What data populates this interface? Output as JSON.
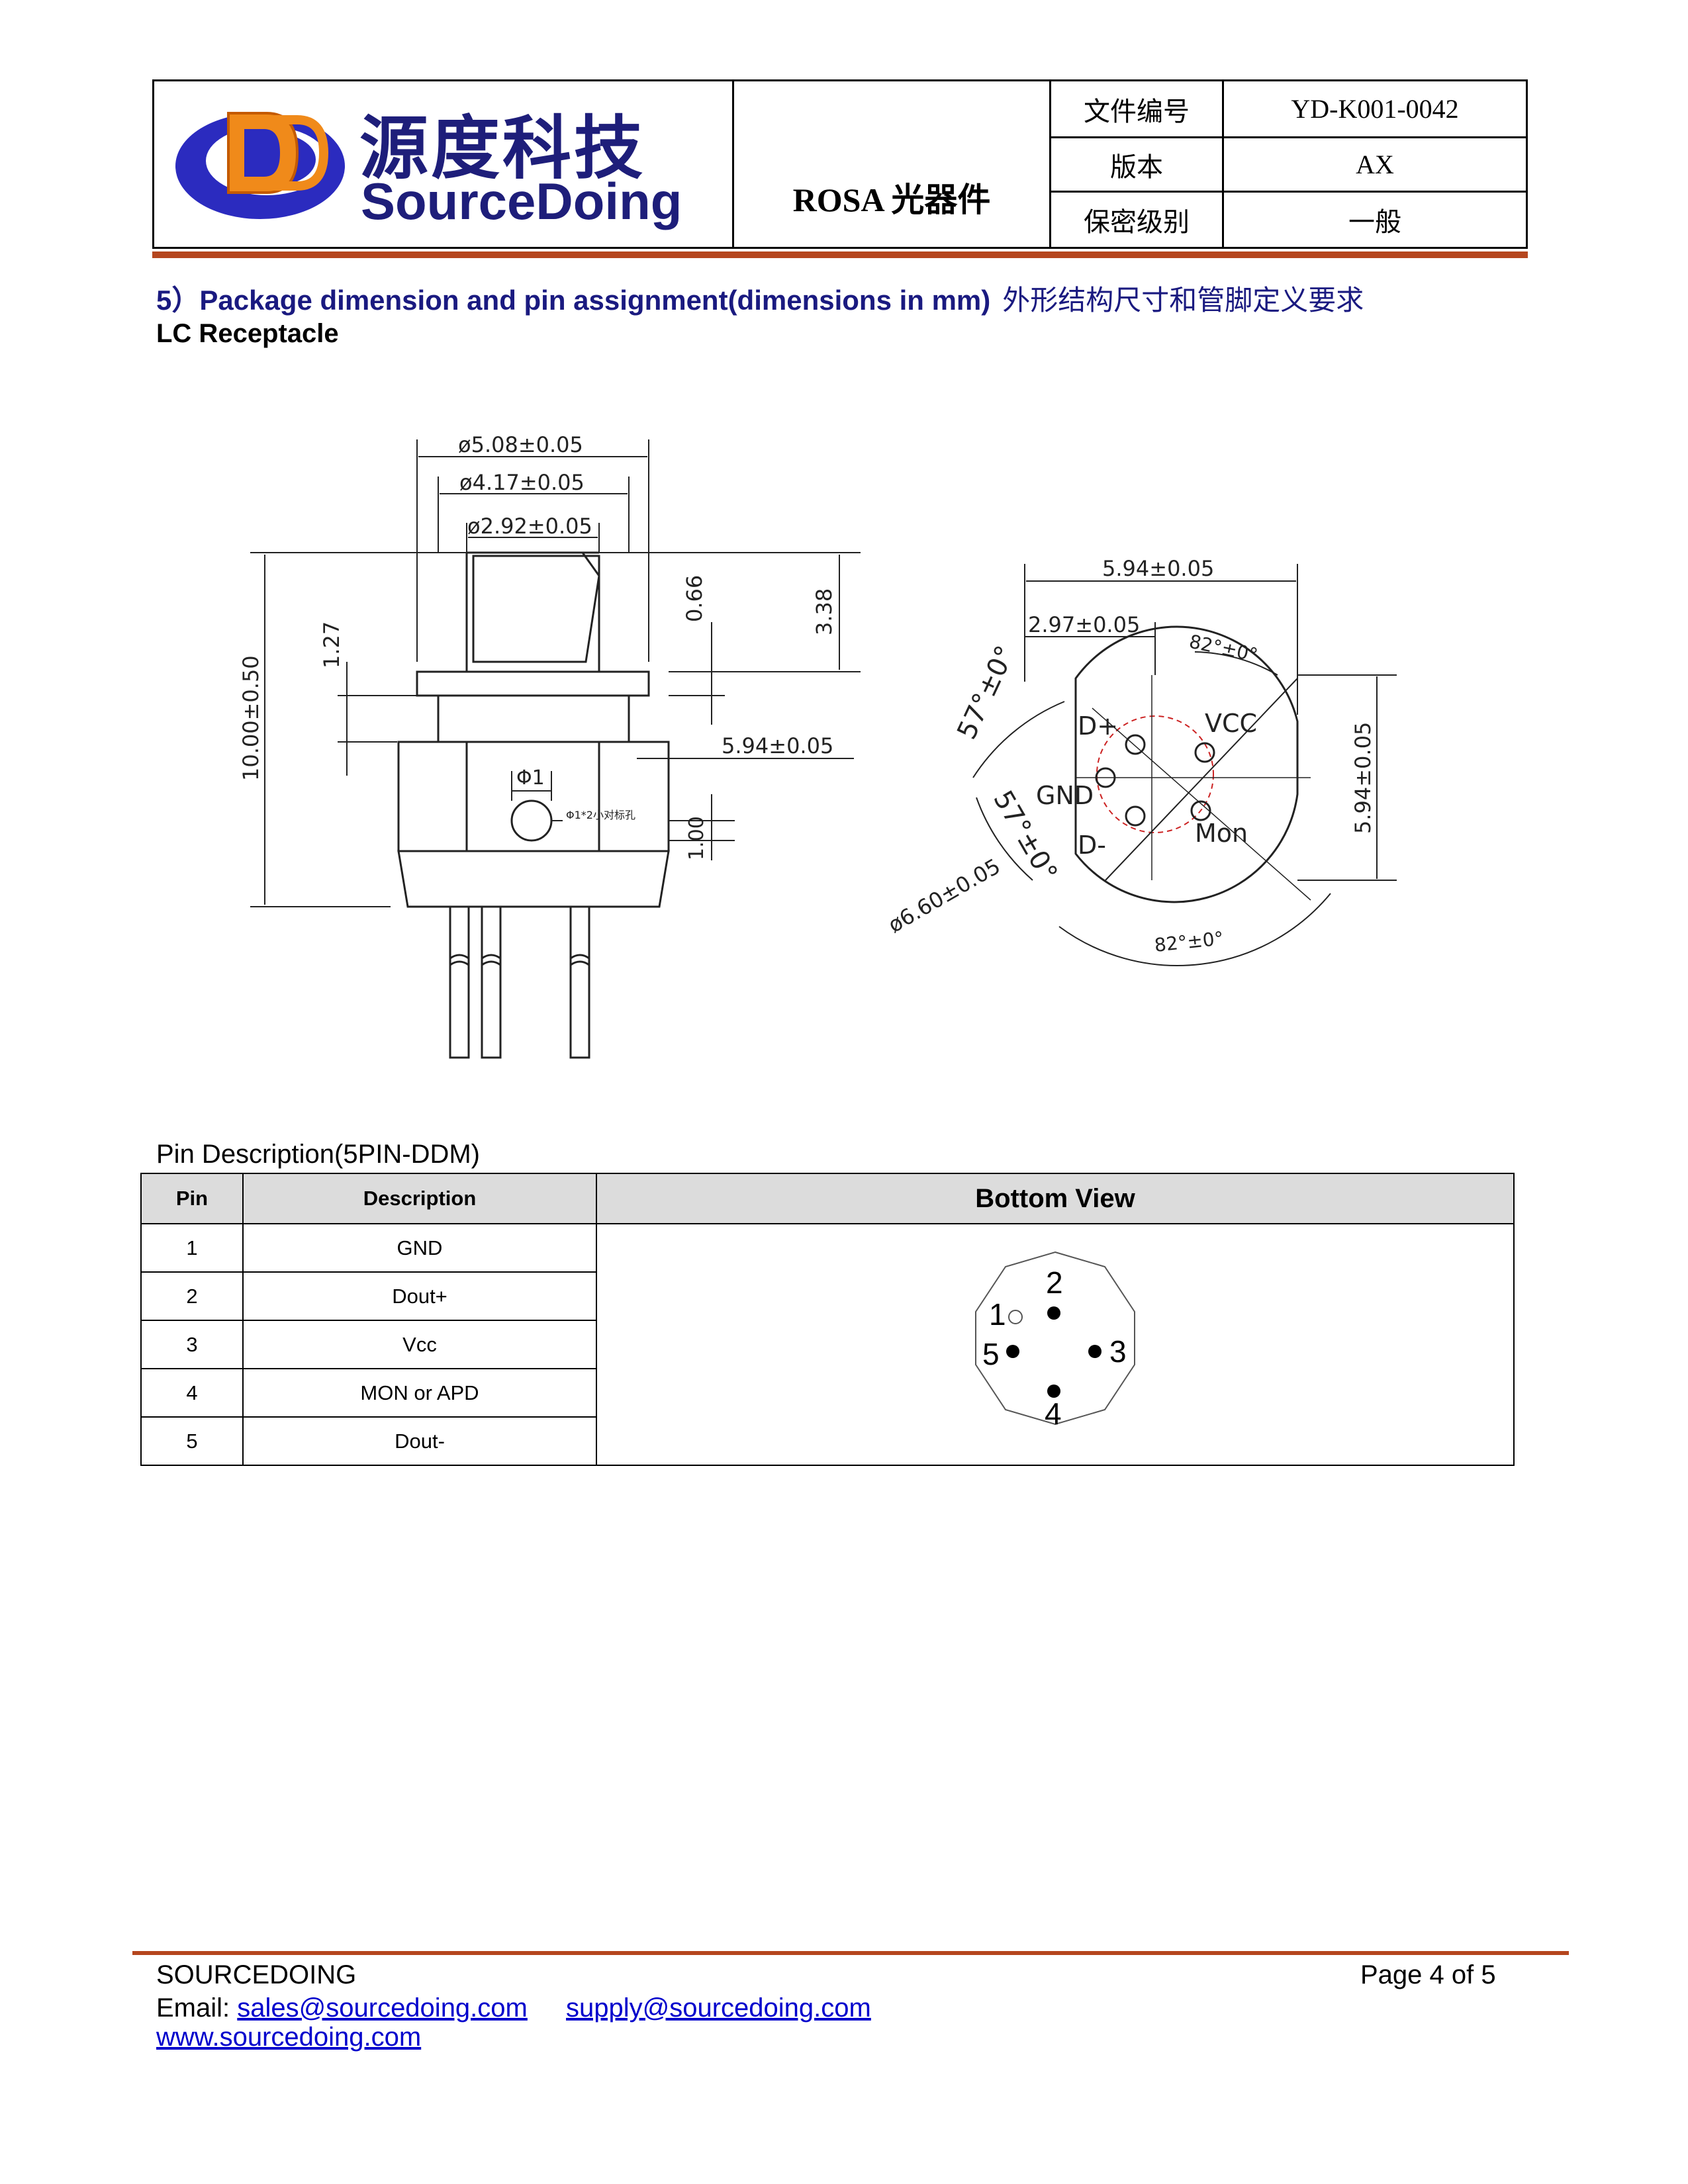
{
  "header": {
    "logo_cn": "源度科技",
    "logo_en": "SourceDoing",
    "doc_title": "ROSA 光器件",
    "rows": [
      {
        "label": "文件编号",
        "value": "YD-K001-0042"
      },
      {
        "label": "版本",
        "value": "AX"
      },
      {
        "label": "保密级别",
        "value": "一般"
      }
    ]
  },
  "section": {
    "number": "5）",
    "title_en": "Package dimension and pin assignment(dimensions in mm)",
    "title_cn": "外形结构尺寸和管脚定义要求",
    "subtitle": "LC Receptacle"
  },
  "drawing": {
    "side": {
      "dim_508": "ø5.08±0.05",
      "dim_417": "ø4.17±0.05",
      "dim_292": "ø2.92±0.05",
      "dim_066": "0.66",
      "dim_338": "3.38",
      "dim_127": "1.27",
      "dim_1000": "10.00±0.50",
      "dim_594": "5.94±0.05",
      "dim_phi1": "Φ1",
      "note_hole": "Φ1*2小对标孔",
      "dim_100": "1.00"
    },
    "bottom": {
      "dim_594_top": "5.94±0.05",
      "dim_297": "2.97±0.05",
      "angle_82_top": "82°±0°",
      "angle_57_a": "57°±0°",
      "angle_57_b": "57°±0°",
      "dim_660": "ø6.60±0.05",
      "angle_82_bottom": "82°±0°",
      "dim_594_right": "5.94±0.05",
      "pin_dplus": "D+",
      "pin_vcc": "VCC",
      "pin_gnd": "GND",
      "pin_dminus": "D-",
      "pin_mon": "Mon"
    }
  },
  "pin_table": {
    "caption": "Pin Description(5PIN-DDM)",
    "headers": {
      "pin": "Pin",
      "description": "Description",
      "view": "Bottom View"
    },
    "rows": [
      {
        "pin": "1",
        "description": "GND"
      },
      {
        "pin": "2",
        "description": "Dout+"
      },
      {
        "pin": "3",
        "description": "Vcc"
      },
      {
        "pin": "4",
        "description": "MON or APD"
      },
      {
        "pin": "5",
        "description": "Dout-"
      }
    ],
    "view_labels": {
      "p1": "1",
      "p2": "2",
      "p3": "3",
      "p4": "4",
      "p5": "5"
    }
  },
  "footer": {
    "company": "SOURCEDOING",
    "page": "Page 4 of 5",
    "email_label": "Email:",
    "email1": "sales@sourcedoing.com",
    "email2": "supply@sourcedoing.com",
    "website": "www.sourcedoing.com"
  }
}
